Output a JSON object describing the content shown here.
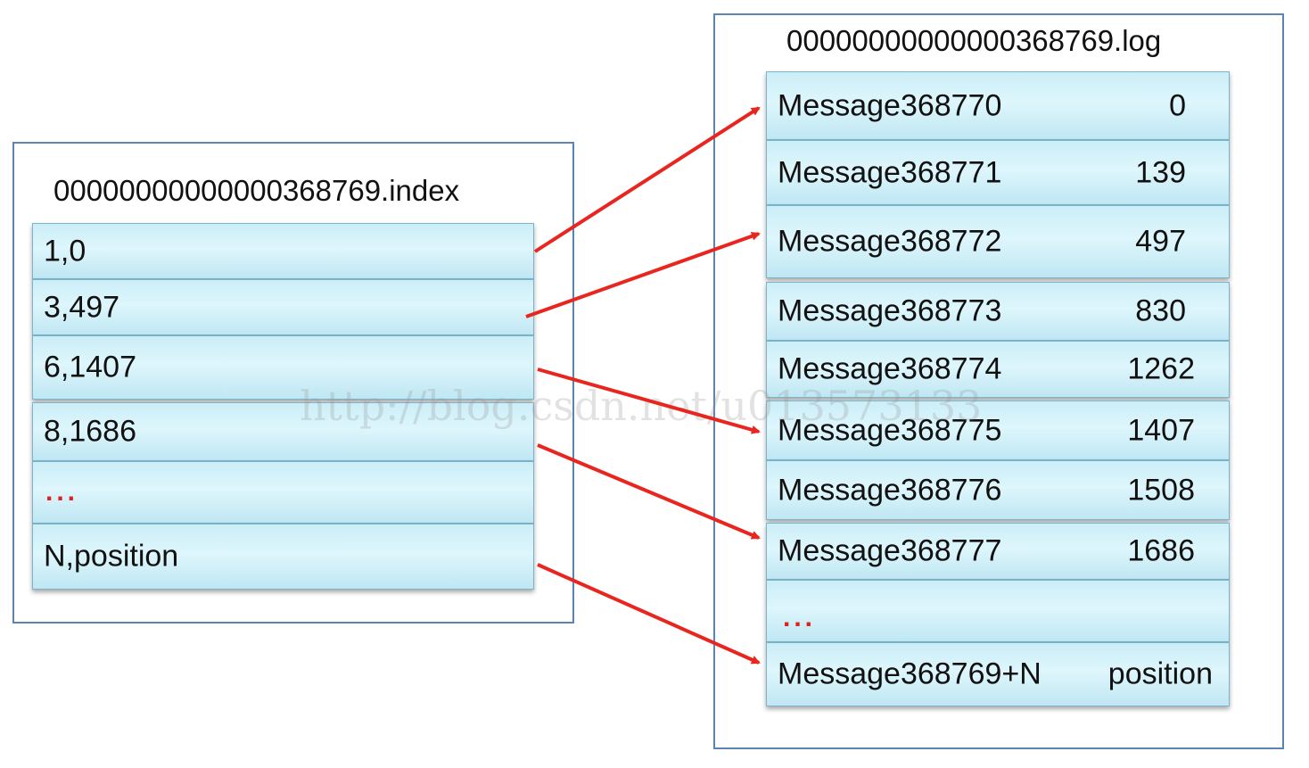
{
  "index_file": {
    "title": "00000000000000368769.index",
    "entries": [
      "1,0",
      "3,497",
      "6,1407",
      "8,1686",
      "...",
      "N,position"
    ]
  },
  "log_file": {
    "title": "00000000000000368769.log",
    "messages": [
      {
        "name": "Message368770",
        "position": "0"
      },
      {
        "name": "Message368771",
        "position": "139"
      },
      {
        "name": "Message368772",
        "position": "497"
      },
      {
        "name": "Message368773",
        "position": "830"
      },
      {
        "name": "Message368774",
        "position": "1262"
      },
      {
        "name": "Message368775",
        "position": "1407"
      },
      {
        "name": "Message368776",
        "position": "1508"
      },
      {
        "name": "Message368777",
        "position": "1686"
      },
      {
        "name": "...",
        "position": ""
      },
      {
        "name": "Message368769+N",
        "position": "position"
      }
    ]
  },
  "watermark": "http://blog.csdn.net/u013573133",
  "colors": {
    "arrow": "#e8261f",
    "panel_border": "#5b84b1",
    "cell_fill": "#d5f1fa",
    "ellipsis": "#e02020"
  },
  "links": [
    {
      "from_entry": 0,
      "to_message": 0
    },
    {
      "from_entry": 1,
      "to_message": 2
    },
    {
      "from_entry": 2,
      "to_message": 5
    },
    {
      "from_entry": 3,
      "to_message": 7
    },
    {
      "from_entry": 5,
      "to_message": 9
    }
  ]
}
